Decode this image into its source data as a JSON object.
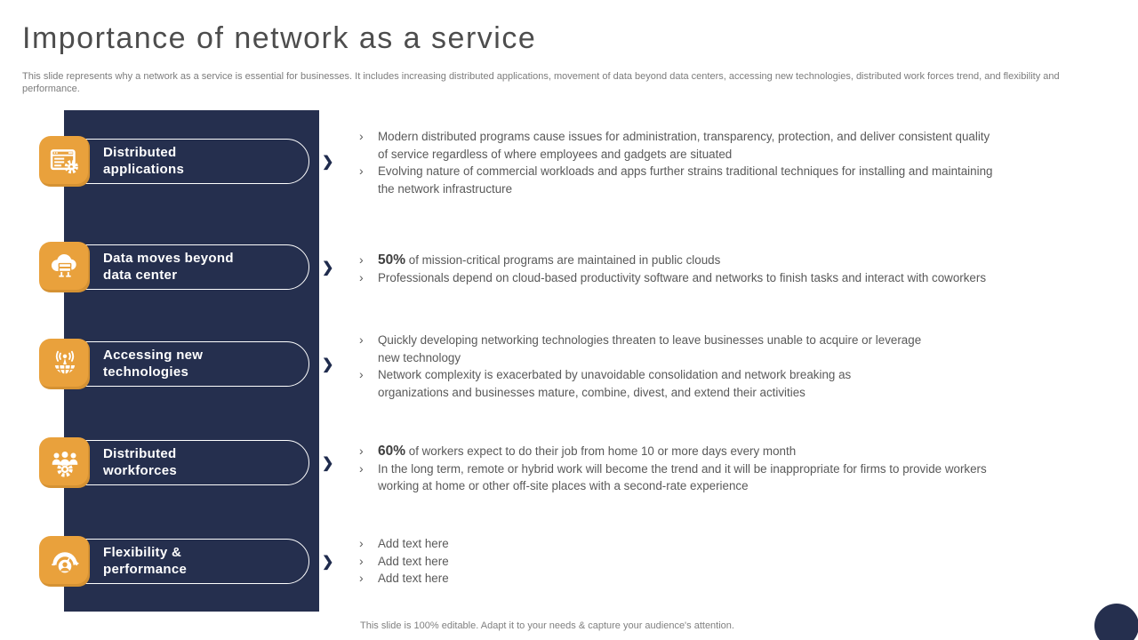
{
  "slide": {
    "title": "Importance of network as a service",
    "subtitle": "This slide represents why a network as a service is essential for businesses. It includes increasing distributed applications, movement of data beyond data centers, accessing new technologies, distributed work forces trend, and flexibility and performance.",
    "footer": "This slide is 100% editable. Adapt it to your needs & capture your audience's attention."
  },
  "glyphs": {
    "arrow": "❯",
    "bullet_marker": "›"
  },
  "colors": {
    "navy": "#252F4E",
    "orange": "#E9A13C",
    "body_text": "#595959",
    "title_text": "#4d4d4d"
  },
  "rows": [
    {
      "label": "Distributed\napplications",
      "icon": "app-window-gear-icon",
      "bullets": [
        {
          "bold": "",
          "text": "Modern distributed programs cause issues for administration, transparency,  protection, and deliver consistent quality\nof service regardless of where employees and gadgets are situated",
          "interactable": false
        },
        {
          "bold": "",
          "text": "Evolving nature of commercial workloads and apps further  strains traditional techniques for installing and maintaining\nthe network infrastructure",
          "interactable": false
        }
      ]
    },
    {
      "label": "Data moves beyond\ndata center",
      "icon": "cloud-server-icon",
      "bullets": [
        {
          "bold": "50%",
          "text": " of mission-critical programs are maintained in public clouds",
          "interactable": false
        },
        {
          "bold": "",
          "text": "Professionals depend on cloud-based productivity  software and networks to finish tasks and interact with coworkers",
          "interactable": false
        }
      ]
    },
    {
      "label": "Accessing new\ntechnologies",
      "icon": "antenna-globe-icon",
      "bullets": [
        {
          "bold": "",
          "text": "Quickly  developing  networking  technologies  threaten  to leave  businesses  unable to acquire  or leverage\nnew technology",
          "interactable": false
        },
        {
          "bold": "",
          "text": "Network  complexity  is exacerbated  by unavoidable  consolidation  and network  breaking  as\norganizations and businesses mature,  combine,  divest,  and  extend  their  activities",
          "interactable": false
        }
      ]
    },
    {
      "label": "Distributed\nworkforces",
      "icon": "distributed-workforces-icon",
      "bullets": [
        {
          "bold": "60%",
          "text": " of workers  expect  to do their job from  home 10 or more days every  month",
          "interactable": false
        },
        {
          "bold": "",
          "text": "In the long  term,  remote  or hybrid  work  will become the trend  and it will be inappropriate  for firms to provide workers\nworking at home  or other  off-site  places  with a second-rate  experience",
          "interactable": false
        }
      ]
    },
    {
      "label": "Flexibility &\nperformance",
      "icon": "gauge-performance-icon",
      "bullets": [
        {
          "bold": "",
          "text": "Add text  here",
          "interactable": true
        },
        {
          "bold": "",
          "text": "Add text  here",
          "interactable": true
        },
        {
          "bold": "",
          "text": "Add text  here",
          "interactable": true
        }
      ]
    }
  ]
}
